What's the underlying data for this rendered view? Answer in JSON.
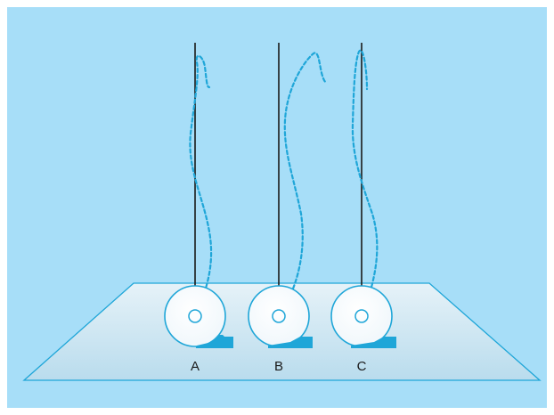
{
  "colors": {
    "background": "#a7def8",
    "platform_fill_top": "#e6f2f8",
    "platform_fill_bottom": "#b9dced",
    "platform_stroke": "#1fa6d8",
    "accent": "#1fa6d8",
    "wire": "#1a1a1a",
    "disc_fill": "#ffffff"
  },
  "labels": {
    "a": "A",
    "b": "B",
    "c": "C"
  }
}
